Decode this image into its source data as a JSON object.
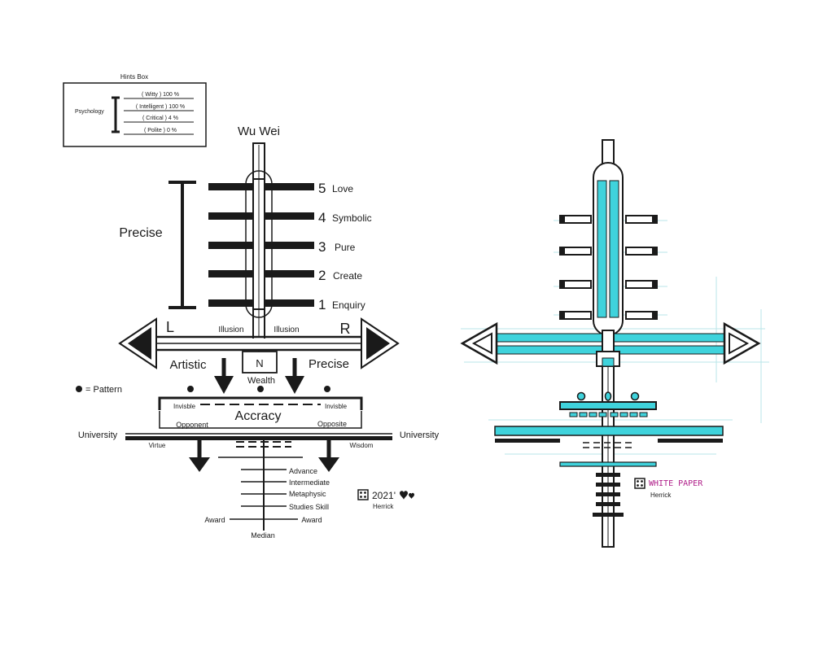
{
  "hints_box": {
    "title": "Hints Box",
    "category": "Psychology",
    "items": [
      "( Witty ) 100 %",
      "( Intelligent ) 100 %",
      "( Critical ) 4 %",
      "( Polite ) 0 %"
    ]
  },
  "left": {
    "top_label": "Wu Wei",
    "bracket_label": "Precise",
    "levels": [
      {
        "num": "5",
        "label": "Love"
      },
      {
        "num": "4",
        "label": "Symbolic"
      },
      {
        "num": "3",
        "label": "Pure"
      },
      {
        "num": "2",
        "label": "Create"
      },
      {
        "num": "1",
        "label": "Enquiry"
      }
    ],
    "arrow_left": "L",
    "arrow_right": "R",
    "illusion_left": "Illusion",
    "illusion_right": "Illusion",
    "artistic": "Artistic",
    "precise_right": "Precise",
    "n_box": "N",
    "wealth": "Wealth",
    "pattern_legend": "= Pattern",
    "invisible_left": "Invisble",
    "invisible_right": "Invisble",
    "accracy": "Accracy",
    "opponent": "Opponent",
    "opposite": "Opposite",
    "university_left": "University",
    "university_right": "University",
    "virtue": "Virtue",
    "wisdom": "Wisdom",
    "ladder": [
      "Advance",
      "Intermediate",
      "Metaphysic",
      "Studies Skill"
    ],
    "award_left": "Award",
    "award_right": "Award",
    "median": "Median",
    "year": "2021'",
    "author": "Herrick"
  },
  "right": {
    "title": "WHITE PAPER",
    "author": "Herrick"
  },
  "colors": {
    "ink": "#1a1a1a",
    "cyan": "#3fd3dc",
    "magenta": "#b0208a",
    "faint_line": "#b8e6e8"
  }
}
